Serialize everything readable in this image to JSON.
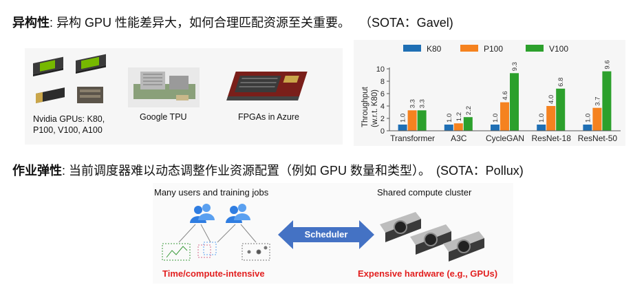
{
  "heading1": {
    "bold": "异构性",
    "text": ": 异构 GPU 性能差异大，如何合理匹配资源至关重要。",
    "sota": "（SOTA：Gavel)"
  },
  "hardware": {
    "nvidia_caption_line1": "Nvidia GPUs: K80,",
    "nvidia_caption_line2": "P100, V100, A100",
    "tpu_caption": "Google TPU",
    "fpga_caption": "FPGAs in Azure"
  },
  "chart_data": {
    "type": "bar",
    "ylabel_line1": "Throughput",
    "ylabel_line2": "(w.r.t. K80)",
    "categories": [
      "Transformer",
      "A3C",
      "CycleGAN",
      "ResNet-18",
      "ResNet-50"
    ],
    "series": [
      {
        "name": "K80",
        "color": "#1f6fb4",
        "values": [
          1.0,
          1.0,
          1.0,
          1.0,
          1.0
        ],
        "labels": [
          "1.0",
          "1.0",
          "1.0",
          "1.0",
          "1.0"
        ]
      },
      {
        "name": "P100",
        "color": "#f5821f",
        "values": [
          3.3,
          1.2,
          4.6,
          4.0,
          3.7
        ],
        "labels": [
          "3.3",
          "1.2",
          "4.6",
          "4.0",
          "3.7"
        ]
      },
      {
        "name": "V100",
        "color": "#2ca02c",
        "values": [
          3.3,
          2.2,
          9.3,
          6.8,
          9.6
        ],
        "labels": [
          "3.3",
          "2.2",
          "9.3",
          "6.8",
          "9.6"
        ]
      }
    ],
    "ylim": [
      0,
      10
    ],
    "yticks": [
      0,
      2,
      4,
      6,
      8,
      10
    ],
    "legend_position": "top",
    "grid": false
  },
  "heading2": {
    "bold": "作业弹性",
    "text": ": 当前调度器难以动态调整作业资源配置（例如 GPU 数量和类型）。",
    "sota": "(SOTA：Pollux)"
  },
  "scheduler": {
    "users_title": "Many users and training jobs",
    "cluster_title": "Shared compute cluster",
    "arrow_label": "Scheduler",
    "left_caption": "Time/compute-intensive",
    "right_caption": "Expensive hardware (e.g., GPUs)"
  },
  "colors": {
    "arrow_blue": "#4472c4",
    "user_blue": "#2f7de1",
    "caption_red": "#e21f1f"
  }
}
